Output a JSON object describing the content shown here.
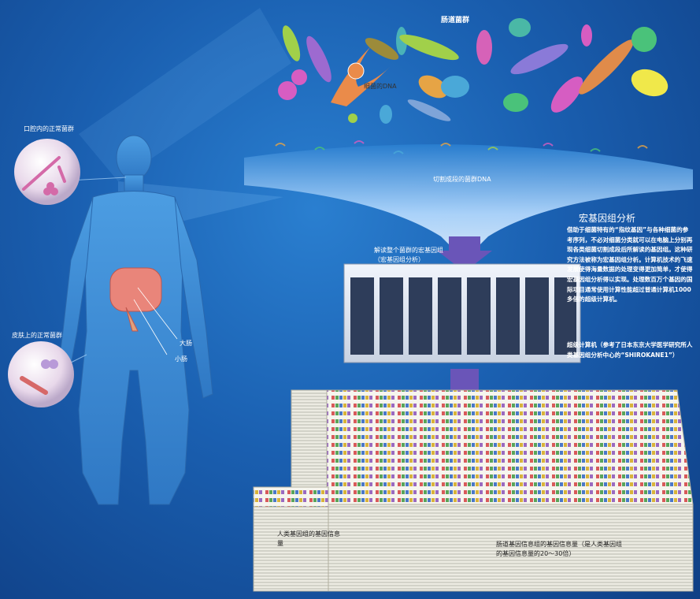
{
  "labels": {
    "gut_flora": "肠道菌群",
    "bacterial_dna": "细菌的DNA",
    "cut_dna": "切割成段的菌群DNA",
    "oral_flora": "口腔内的正常菌群",
    "skin_flora": "皮肤上的正常菌群",
    "large_intestine": "大肠",
    "small_intestine": "小肠",
    "decode": "解读整个菌群的宏基因组",
    "decode_sub": "（宏基因组分析）"
  },
  "description": {
    "title": "宏基因组分析",
    "body": "借助于细菌特有的“指纹基因”与各种细菌的参考序列，不必对细菌分类就可以在电脑上分别再现各类细菌切割成段后所解读的基因组。这种研究方法被称为宏基因组分析。计算机技术的飞速发展使得海量数据的处理变得更加简单，才使得宏基因组分析得以实现。处理数百万个基因的国际项目通常使用计算性能超过普通计算机1000多倍的超级计算机。",
    "supercomputer_note": "超级计算机（参考了日本东京大学医学研究所人类基因组分析中心的“SHIROKANE1”）"
  },
  "stacks": {
    "human_label": "人类基因组的基因信息量",
    "gut_label": "肠道基因信息组的基因信息量（是人类基因组的基因信息量的20～30倍）"
  },
  "colors": {
    "arrow": "#6a55b8",
    "background": "#1a5fb0"
  }
}
